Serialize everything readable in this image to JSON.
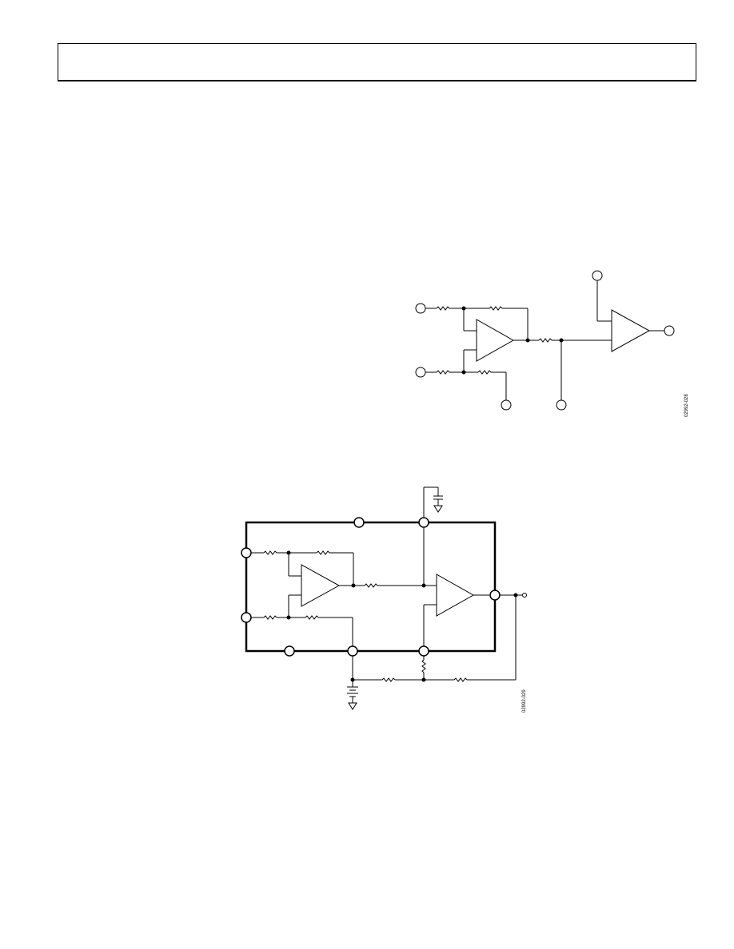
{
  "figures": [
    {
      "id": "fig1",
      "code": "02992-028"
    },
    {
      "id": "fig2",
      "code": "02992-029"
    }
  ],
  "colors": {
    "ink": "#000000",
    "paper": "#ffffff"
  }
}
